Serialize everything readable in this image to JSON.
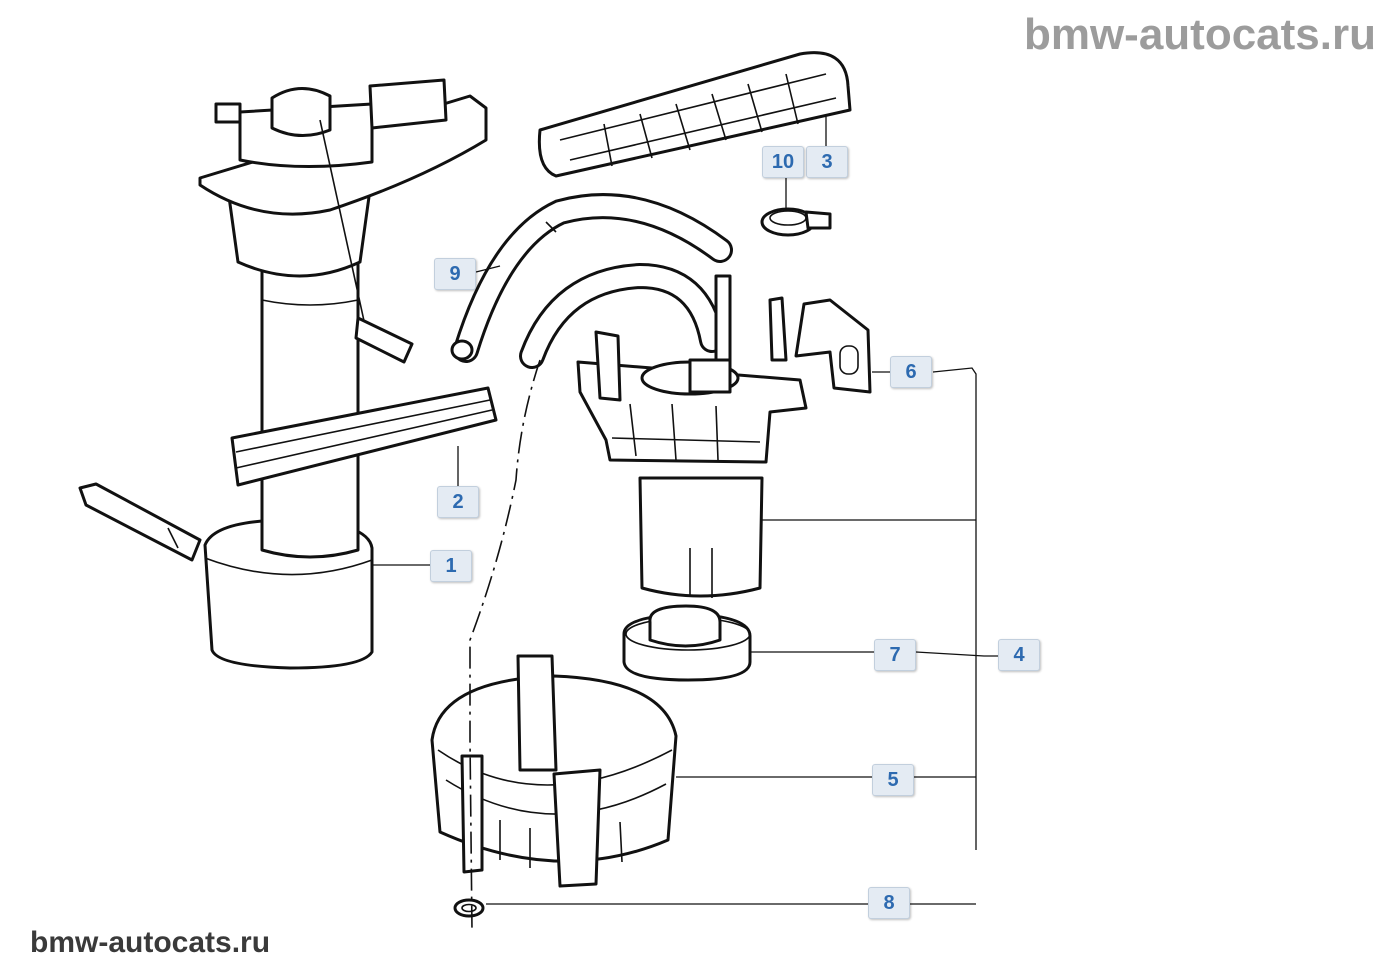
{
  "watermark": {
    "top": "bmw-autocats.ru",
    "bottom": "bmw-autocats.ru"
  },
  "callouts": [
    {
      "id": "1",
      "label": "1"
    },
    {
      "id": "2",
      "label": "2"
    },
    {
      "id": "3",
      "label": "3"
    },
    {
      "id": "4",
      "label": "4"
    },
    {
      "id": "5",
      "label": "5"
    },
    {
      "id": "6",
      "label": "6"
    },
    {
      "id": "7",
      "label": "7"
    },
    {
      "id": "8",
      "label": "8"
    },
    {
      "id": "9",
      "label": "9"
    },
    {
      "id": "10",
      "label": "10"
    }
  ],
  "colors": {
    "callout_text": "#2d6ab0",
    "callout_bg": "#e4ebf3",
    "line_art": "#111111",
    "watermark_top": "#9c9c9c",
    "watermark_bottom": "#3a3a3a"
  }
}
